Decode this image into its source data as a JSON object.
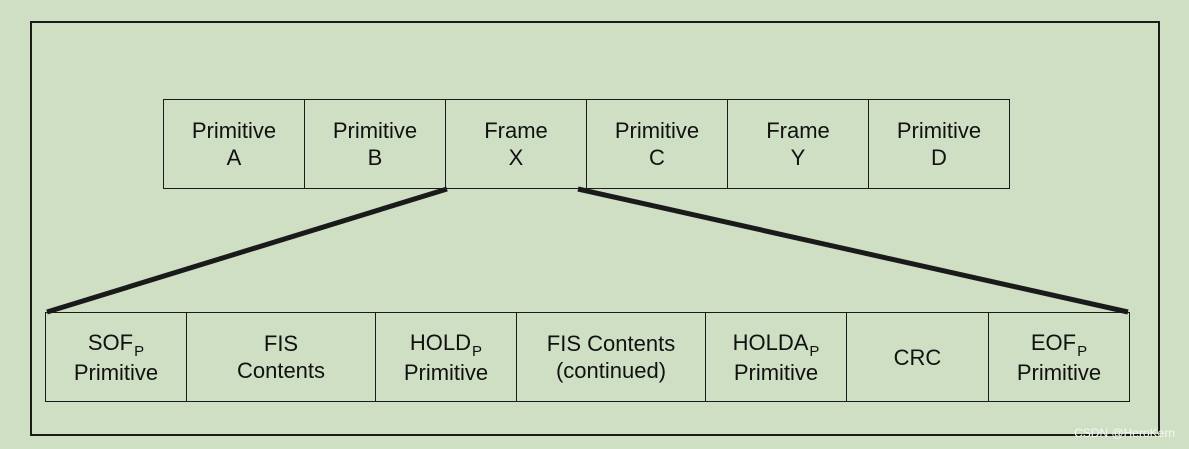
{
  "top_row": [
    {
      "line1": "Primitive",
      "line2": "A"
    },
    {
      "line1": "Primitive",
      "line2": "B"
    },
    {
      "line1": "Frame",
      "line2": "X"
    },
    {
      "line1": "Primitive",
      "line2": "C"
    },
    {
      "line1": "Frame",
      "line2": "Y"
    },
    {
      "line1": "Primitive",
      "line2": "D"
    }
  ],
  "bottom_row": [
    {
      "main": "SOF",
      "sub": "P",
      "line2": "Primitive"
    },
    {
      "main": "FIS",
      "line2": "Contents"
    },
    {
      "main": "HOLD",
      "sub": "P",
      "line2": "Primitive"
    },
    {
      "main": "FIS Contents",
      "line2": "(continued)"
    },
    {
      "main": "HOLDA",
      "sub": "P",
      "line2": "Primitive"
    },
    {
      "main": "CRC"
    },
    {
      "main": "EOF",
      "sub": "P",
      "line2": "Primitive"
    }
  ],
  "watermark": "CSDN @HeroKern",
  "colors": {
    "background": "#cfdfc4",
    "line": "#1a1a1a"
  }
}
